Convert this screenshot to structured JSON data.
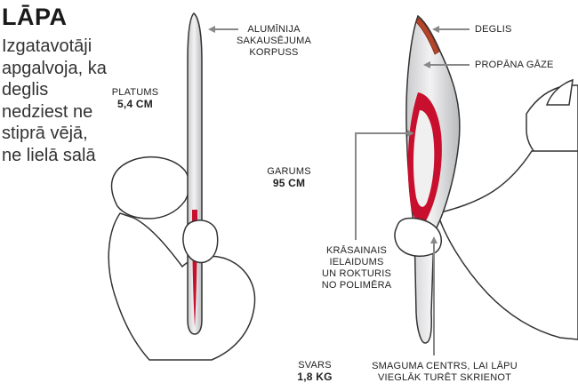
{
  "title": "LĀPA",
  "intro": "Izgatavotāji apgalvoja, ka deglis nedziest ne stiprā vējā, ne lielā salā",
  "labels": {
    "width_label": "PLATUMS",
    "width_value": "5,4 CM",
    "length_label": "GARUMS",
    "length_value": "95 CM",
    "weight_label": "SVARS",
    "weight_value": "1,8 KG",
    "body_line1": "ALUMĪNIJA",
    "body_line2": "SAKAUSĒJUMA",
    "body_line3": "KORPUSS",
    "burner": "DEGLIS",
    "gas": "PROPĀNA GĀZE",
    "insert_line1": "KRĀSAINAIS",
    "insert_line2": "IELAIDUMS",
    "insert_line3": "UN ROKTURIS",
    "insert_line4": "NO POLIMĒRA",
    "cg_line1": "SMAGUMA CENTRS, LAI LĀPU",
    "cg_line2": "VIEGLĀK TURĒT SKRIENOT"
  },
  "colors": {
    "accent_red": "#c8102e",
    "burner_brown": "#b5452a",
    "leader_gray": "#888888",
    "outline": "#333333",
    "torch_silver": "#e4e5e6"
  }
}
